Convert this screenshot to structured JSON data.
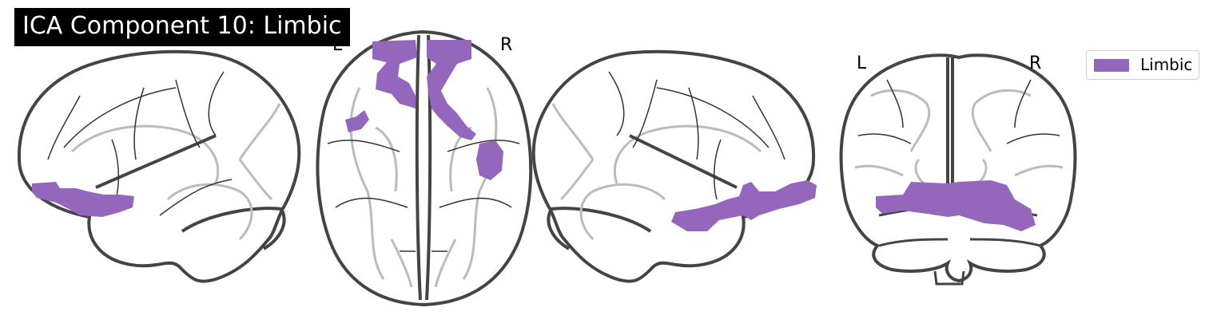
{
  "title": "ICA Component 10: Limbic",
  "orientation_labels": {
    "axial_left": "L",
    "axial_right": "R",
    "coronal_left": "L",
    "coronal_right": "R"
  },
  "legend": {
    "label": "Limbic",
    "color": "#9467bd"
  },
  "views": [
    "sagittal-left",
    "axial",
    "sagittal-right",
    "coronal"
  ],
  "colors": {
    "outline": "#444444",
    "inner_gray": "#bbbbbb",
    "sulci": "#333333",
    "blob": "#9467bd"
  }
}
